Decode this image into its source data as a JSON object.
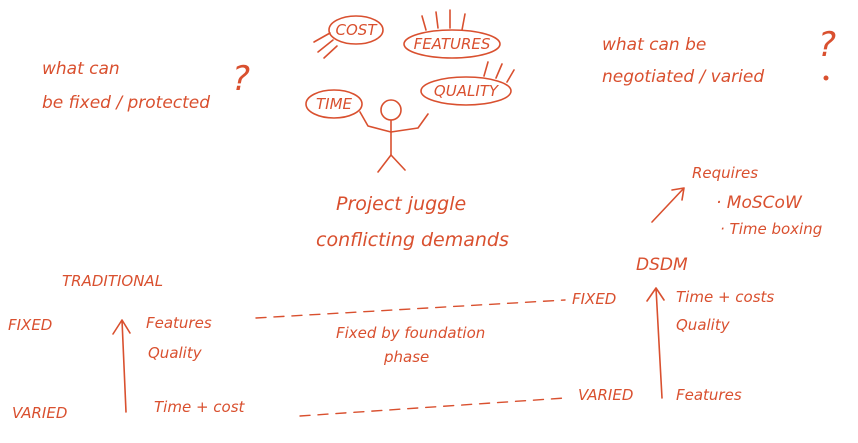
{
  "left_question": {
    "line1": "what can",
    "line2": "be fixed / protected",
    "mark": "?"
  },
  "right_question": {
    "line1": "what can be",
    "line2": "negotiated / varied",
    "mark": "?"
  },
  "constraints": {
    "cost": "COST",
    "features": "FEATURES",
    "time": "TIME",
    "quality": "QUALITY"
  },
  "figure_caption": {
    "line1": "Project juggle",
    "line2": "conflicting demands"
  },
  "traditional": {
    "title": "TRADITIONAL",
    "fixed_label": "FIXED",
    "varied_label": "VARIED",
    "fixed_items": [
      "Features",
      "Quality"
    ],
    "varied_items": [
      "Time + cost"
    ]
  },
  "middle_note": {
    "line1": "Fixed by foundation",
    "line2": "phase"
  },
  "dsdm": {
    "title": "DSDM",
    "fixed_label": "FIXED",
    "varied_label": "VARIED",
    "fixed_items": [
      "Time + costs",
      "Quality"
    ],
    "varied_items": [
      "Features"
    ],
    "requires_label": "Requires",
    "requires_items": [
      "· MoSCoW",
      "· Time boxing"
    ]
  },
  "colors": {
    "ink": "#d9502f",
    "background": "#ffffff"
  }
}
